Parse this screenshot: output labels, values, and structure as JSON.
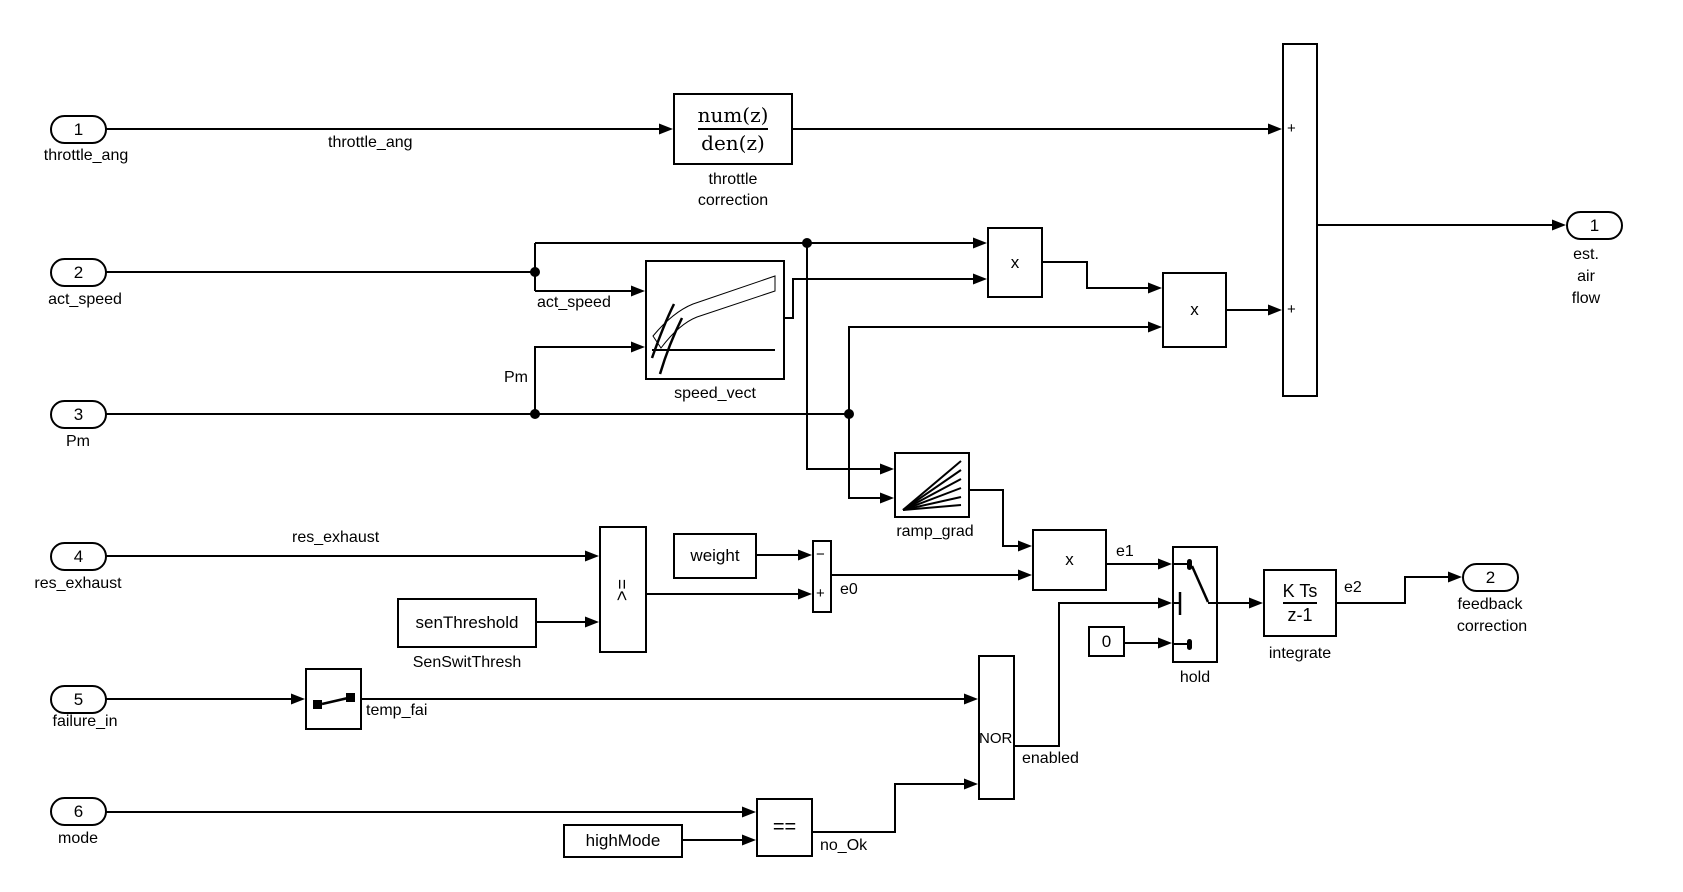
{
  "diagram": {
    "background": "#ffffff",
    "line_color": "#000000"
  },
  "inports": [
    {
      "num": "1",
      "label": "throttle_ang"
    },
    {
      "num": "2",
      "label": "act_speed"
    },
    {
      "num": "3",
      "label": "Pm"
    },
    {
      "num": "4",
      "label": "res_exhaust"
    },
    {
      "num": "5",
      "label": "failure_in"
    },
    {
      "num": "6",
      "label": "mode"
    }
  ],
  "outports": [
    {
      "num": "1",
      "line1": "est.",
      "line2": "air",
      "line3": "flow"
    },
    {
      "num": "2",
      "line1": "feedback",
      "line2": "correction"
    }
  ],
  "blocks": {
    "transfer_fcn": {
      "num": "num(z)",
      "den": "den(z)",
      "label1": "throttle",
      "label2": "correction"
    },
    "speed_vect": {
      "label": "speed_vect"
    },
    "product1": {
      "text": "x"
    },
    "product2": {
      "text": "x"
    },
    "product3": {
      "text": "x"
    },
    "sum_main": {
      "sign_top": "+",
      "sign_bottom": "+"
    },
    "ramp_grad": {
      "label": "ramp_grad"
    },
    "relational": {
      "op": ">="
    },
    "weight": {
      "text": "weight"
    },
    "sum_e0": {
      "sign_top": "−",
      "sign_bottom": "+"
    },
    "sen_threshold": {
      "text": "senThreshold",
      "label": "SenSwitThresh"
    },
    "high_mode": {
      "text": "highMode"
    },
    "equality": {
      "op": "=="
    },
    "nor": {
      "text": "NOR"
    },
    "zero": {
      "text": "0"
    },
    "hold": {
      "label": "hold"
    },
    "integrate": {
      "num": "K Ts",
      "den": "z-1",
      "label": "integrate"
    }
  },
  "wire_labels": {
    "throttle_ang": "throttle_ang",
    "act_speed": "act_speed",
    "pm": "Pm",
    "res_exhaust": "res_exhaust",
    "temp_fai": "temp_fai",
    "no_ok": "no_Ok",
    "enabled": "enabled",
    "e0": "e0",
    "e1": "e1",
    "e2": "e2"
  }
}
